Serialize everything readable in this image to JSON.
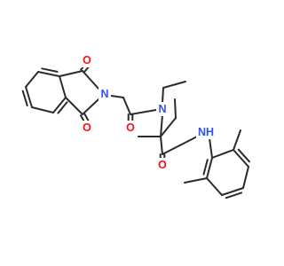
{
  "molecule": {
    "colors": {
      "bond": "#2b2b2b",
      "oxygen": "#ff0d0d",
      "nitrogen": "#3050f8",
      "background": "#ffffff"
    },
    "atom_labels": {
      "o_phth_top": "O",
      "o_phth_bottom": "O",
      "n_phth": "N",
      "o_acetyl": "O",
      "n_amide": "N",
      "o_anilide": "O",
      "nh_anilide": "NH"
    }
  }
}
